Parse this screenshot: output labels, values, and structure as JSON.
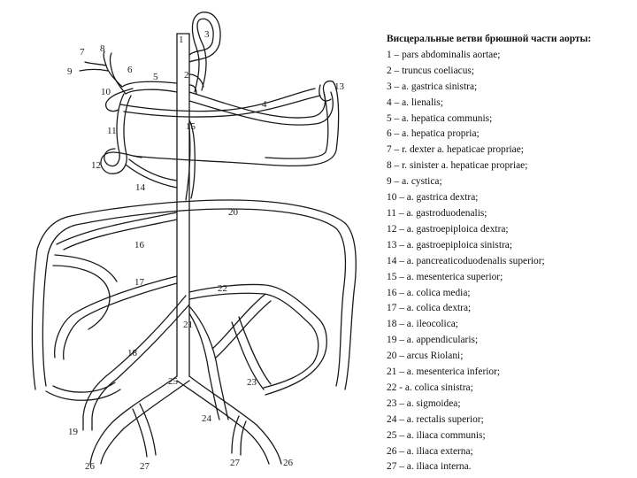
{
  "legend": {
    "title": "Висцеральные ветви брюшной части аорты:",
    "items": [
      "1 – pars abdominalis aortae;",
      "2 – truncus coeliacus;",
      "3 – a. gastrica sinistra;",
      "4 – a. lienalis;",
      "5 – a. hepatica communis;",
      "6 – a. hepatica propria;",
      "7 – r. dexter a. hepaticae propriae;",
      "8 – r. sinister a. hepaticae propriae;",
      "9 – a. cystica;",
      "10 – a. gastrica dextra;",
      "11 – a. gastroduodenalis;",
      "12 – a. gastroepiploica dextra;",
      "13 – a. gastroepiploica sinistra;",
      "14 – a. pancreaticoduodenalis superior;",
      "15 – a. mesenterica superior;",
      "16 – a. colica media;",
      "17 – a. colica dextra;",
      "18 – a. ileocolica;",
      "19 – a. appendicularis;",
      "20 – arcus Riolani;",
      "21 – a. mesenterica inferior;",
      "22 - a. colica sinistra;",
      "23 – a. sigmoidea;",
      "24 – a. rectalis superior;",
      "25 – a. iliaca communis;",
      "26 – a. iliaca externa;",
      "27 – a. iliaca interna."
    ]
  },
  "diagram": {
    "labels": {
      "n1": "1",
      "n2": "2",
      "n3": "3",
      "n4": "4",
      "n5": "5",
      "n6": "6",
      "n7": "7",
      "n8": "8",
      "n9": "9",
      "n10": "10",
      "n11": "11",
      "n12": "12",
      "n13": "13",
      "n14": "14",
      "n15": "15",
      "n16": "16",
      "n17": "17",
      "n18": "18",
      "n19": "19",
      "n20": "20",
      "n21": "21",
      "n22": "22",
      "n23": "23",
      "n24": "24",
      "n25": "25",
      "n26a": "26",
      "n27a": "27",
      "n27b": "27",
      "n26b": "26"
    }
  }
}
